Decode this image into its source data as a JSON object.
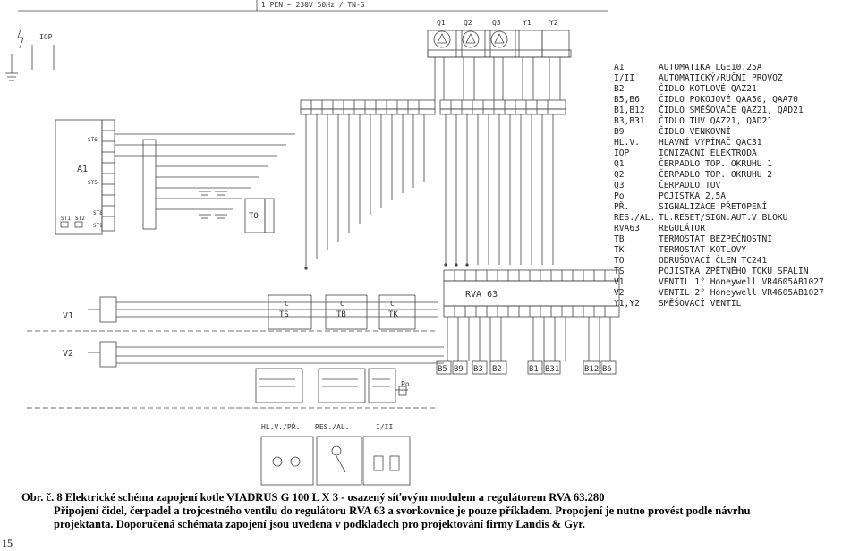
{
  "header": {
    "supply": "1 PEN ~ 230V 50Hz / TN-S"
  },
  "devices": {
    "pumps": [
      "Q1",
      "Q2",
      "Q3"
    ],
    "valves": [
      "Y1",
      "Y2"
    ],
    "iop": "IOP",
    "a1": "A1",
    "st6": "ST6",
    "st5": "ST5",
    "st1": "ST1",
    "st2": "ST2",
    "st8": "ST8",
    "st9": "ST9",
    "to": "TO",
    "v1": "V1",
    "v2": "V2",
    "ts": "TS",
    "tb": "TB",
    "tk": "TK",
    "po": "Po",
    "rva": "RVA 63",
    "c_label": "C"
  },
  "sensors": [
    "B5",
    "B9",
    "B3",
    "B2",
    "B1",
    "B31",
    "B12",
    "B6"
  ],
  "switches": [
    "HL.V./PŘ.",
    "RES./AL.",
    "I/II"
  ],
  "legend": [
    {
      "code": "A1",
      "text": "AUTOMATIKA LGE10.25A"
    },
    {
      "code": "I/II",
      "text": "AUTOMATICKÝ/RUČNÍ PROVOZ"
    },
    {
      "code": "B2",
      "text": "ČIDLO KOTLOVÉ QAZ21"
    },
    {
      "code": "B5,B6",
      "text": "ČIDLO POKOJOVÉ QAA50, QAA70"
    },
    {
      "code": "B1,B12",
      "text": "ČIDLO SMĚŠOVAČE QAZ21, QAD21"
    },
    {
      "code": "B3,B31",
      "text": "ČIDLO TUV QAZ21, QAD21"
    },
    {
      "code": "B9",
      "text": "ČIDLO VENKOVNÍ"
    },
    {
      "code": "HL.V.",
      "text": "HLAVNÍ VYPÍNAČ QAC31"
    },
    {
      "code": "IOP",
      "text": "IONIZAČNÍ ELEKTRODA"
    },
    {
      "code": "Q1",
      "text": "ČERPADLO TOP. OKRUHU 1"
    },
    {
      "code": "Q2",
      "text": "ČERPADLO TOP. OKRUHU 2"
    },
    {
      "code": "Q3",
      "text": "ČERPADLO TUV"
    },
    {
      "code": "Po",
      "text": "POJISTKA 2,5A"
    },
    {
      "code": "PŘ.",
      "text": "SIGNALIZACE PŘETOPENÍ"
    },
    {
      "code": "RES./AL.",
      "text": "TL.RESET/SIGN.AUT.V BLOKU"
    },
    {
      "code": "RVA63",
      "text": "REGULÁTOR"
    },
    {
      "code": "TB",
      "text": "TERMOSTAT BEZPEČNOSTNÍ"
    },
    {
      "code": "TK",
      "text": "TERMOSTAT KOTLOVÝ"
    },
    {
      "code": "TO",
      "text": "ODRUŠOVACÍ ČLEN TC241"
    },
    {
      "code": "TS",
      "text": "POJISTKA ZPĚTNÉHO TOKU SPALIN"
    },
    {
      "code": "V1",
      "text": "VENTIL 1° Honeywell VR4605AB1027"
    },
    {
      "code": "V2",
      "text": "VENTIL 2° Honeywell VR4605AB1027"
    },
    {
      "code": "Y1,Y2",
      "text": "SMĚŠOVACÍ VENTIL"
    }
  ],
  "caption": {
    "line1": "Obr. č.  8  Elektrické schéma zapojení kotle VIADRUS G 100 L X 3 - osazený síťovým modulem a regulátorem RVA 63.280",
    "line2": "Připojení čidel, čerpadel a trojcestného ventilu do regulátoru RVA 63 a svorkovnice je pouze příkladem. Propojení je nutno provést podle návrhu",
    "line3": "projektanta. Doporučená  schémata zapojení jsou uvedena v podkladech pro projektování firmy Landis & Gyr."
  },
  "page_number": "15"
}
